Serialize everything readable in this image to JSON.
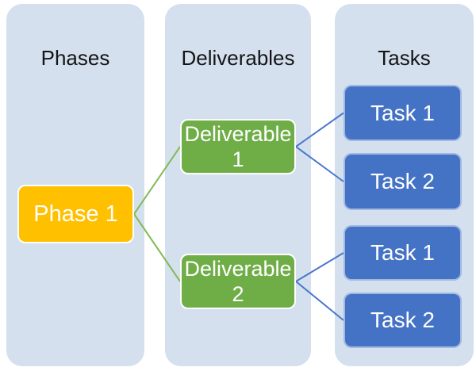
{
  "colors": {
    "canvas_bg": "#ffffff",
    "column_bg": "#d5e0ef",
    "phase_fill": "#ffc000",
    "deliverable_fill": "#6fad47",
    "task_fill": "#4472c4",
    "green_connector": "#82bb57",
    "blue_connector": "#4a78cb",
    "title_text": "#141414",
    "node_text": "#ffffff"
  },
  "columns": {
    "phases": {
      "title": "Phases"
    },
    "deliverables": {
      "title": "Deliverables"
    },
    "tasks": {
      "title": "Tasks"
    }
  },
  "nodes": {
    "phase1": {
      "label": "Phase 1"
    },
    "deliverable1": {
      "label": "Deliverable 1"
    },
    "deliverable2": {
      "label": "Deliverable 2"
    },
    "task1a": {
      "label": "Task 1"
    },
    "task1b": {
      "label": "Task 2"
    },
    "task2a": {
      "label": "Task 1"
    },
    "task2b": {
      "label": "Task 2"
    }
  },
  "edges": [
    {
      "from": "phase1",
      "to": "deliverable1",
      "color": "green"
    },
    {
      "from": "phase1",
      "to": "deliverable2",
      "color": "green"
    },
    {
      "from": "deliverable1",
      "to": "task1a",
      "color": "blue"
    },
    {
      "from": "deliverable1",
      "to": "task1b",
      "color": "blue"
    },
    {
      "from": "deliverable2",
      "to": "task2a",
      "color": "blue"
    },
    {
      "from": "deliverable2",
      "to": "task2b",
      "color": "blue"
    }
  ]
}
